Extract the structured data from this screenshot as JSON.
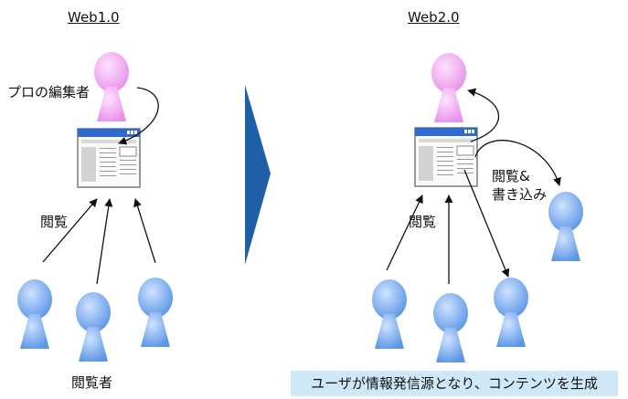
{
  "titles": {
    "left": "Web1.0",
    "right": "Web2.0"
  },
  "labels": {
    "pro_editor": "プロの編集者",
    "browse_left": "閲覧",
    "browse_right": "閲覧",
    "browse_write_line1": "閲覧&",
    "browse_write_line2": "書き込み",
    "viewers": "閲覧者"
  },
  "caption": "ユーザが情報発信源となり、コンテンツを生成",
  "colors": {
    "editor": "#f2b3f2",
    "user": "#7fb0f0",
    "arrow_shape": "#1e5fa8",
    "caption_bg": "#cfe8f8",
    "window_title": "#2f6ad0"
  }
}
